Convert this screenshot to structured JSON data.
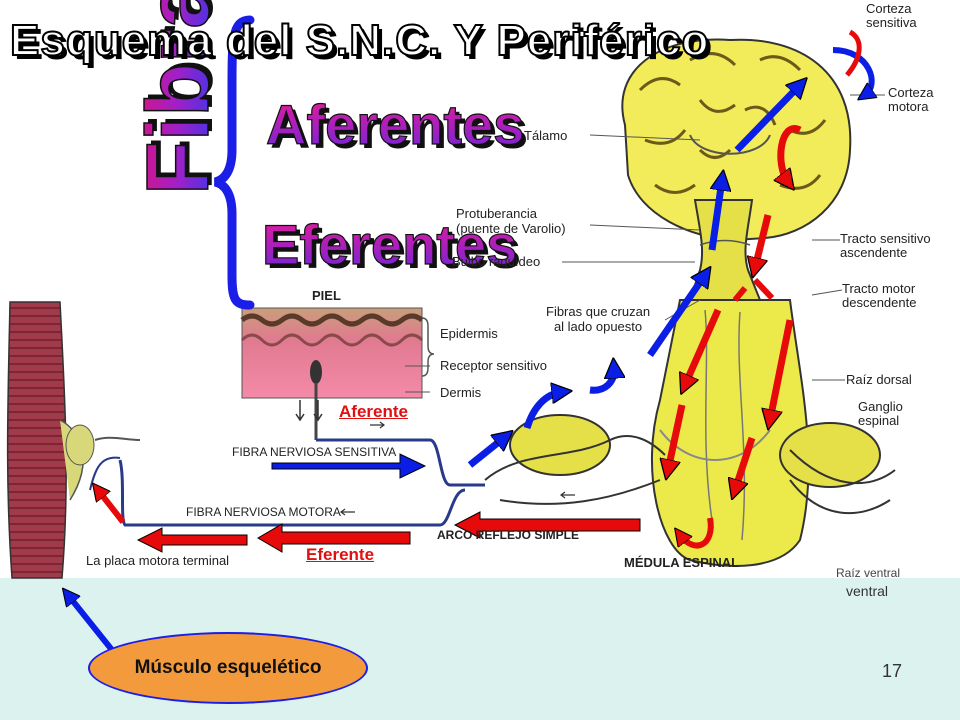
{
  "slide": {
    "title": "Esquema del S.N.C. Y Periférico",
    "fibras": "Fibras",
    "aferentes": "Aferentes",
    "eferentes": "Eferentes",
    "aferente": "Aferente",
    "eferente": "Eferente",
    "musculo": "Músculo esquelético",
    "ventral": "ventral",
    "page_number": "17"
  },
  "labels": {
    "corteza_sensitiva": [
      "Corteza",
      "sensitiva"
    ],
    "corteza_motora": [
      "Corteza",
      "motora"
    ],
    "talamo": "Tálamo",
    "protuberancia": [
      "Protuberancia",
      "(puente de Varolio)"
    ],
    "bulbo": "Bulbo raquídeo",
    "tracto_sensitivo": [
      "Tracto sensitivo",
      "ascendente"
    ],
    "tracto_motor": [
      "Tracto motor",
      "descendente"
    ],
    "fibras_cruzan": [
      "Fibras que cruzan",
      "al lado opuesto"
    ],
    "raiz_dorsal": "Raíz dorsal",
    "ganglio": [
      "Ganglio",
      "espinal"
    ],
    "piel": "PIEL",
    "epidermis": "Epidermis",
    "receptor": "Receptor sensitivo",
    "dermis": "Dermis",
    "fibra_sensitiva": "FIBRA NERVIOSA SENSITIVA",
    "fibra_motora": "FIBRA NERVIOSA MOTORA",
    "arco_reflejo": "ARCO REFLEJO SIMPLE",
    "medula": "MÉDULA ESPINAL",
    "placa_motora": "La placa motora terminal",
    "raiz_ventral": "Raíz ventral"
  },
  "colors": {
    "afferent_blue": "#0a1ee6",
    "efferent_red": "#e60a0a",
    "nerve_yellow": "#e8e84a",
    "footer_bg": "#dcf2ef",
    "oval_orange": "#f39a3c"
  }
}
